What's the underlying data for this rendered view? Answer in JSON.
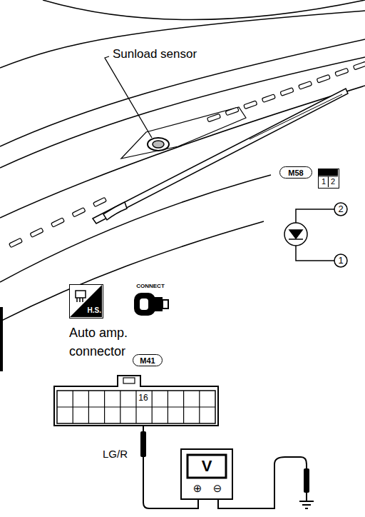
{
  "diagram": {
    "nodes": [
      {
        "text": [
          "M58"
        ]
      },
      {
        "text": [
          "1",
          "2"
        ]
      },
      {
        "text": [
          "H.S."
        ]
      },
      {
        "text": [
          "CONNECT"
        ]
      },
      {
        "text": [
          "M41"
        ]
      },
      {
        "text": [
          "16"
        ]
      },
      {
        "text": [
          "V",
          "⊕",
          "⊖"
        ]
      }
    ],
    "edges": [
      {
        "from": 5,
        "to": 6,
        "label": "LG/R",
        "arrow": "none"
      }
    ],
    "labels": [
      "Sunload sensor",
      "2",
      "1",
      "Auto amp. connector"
    ]
  }
}
